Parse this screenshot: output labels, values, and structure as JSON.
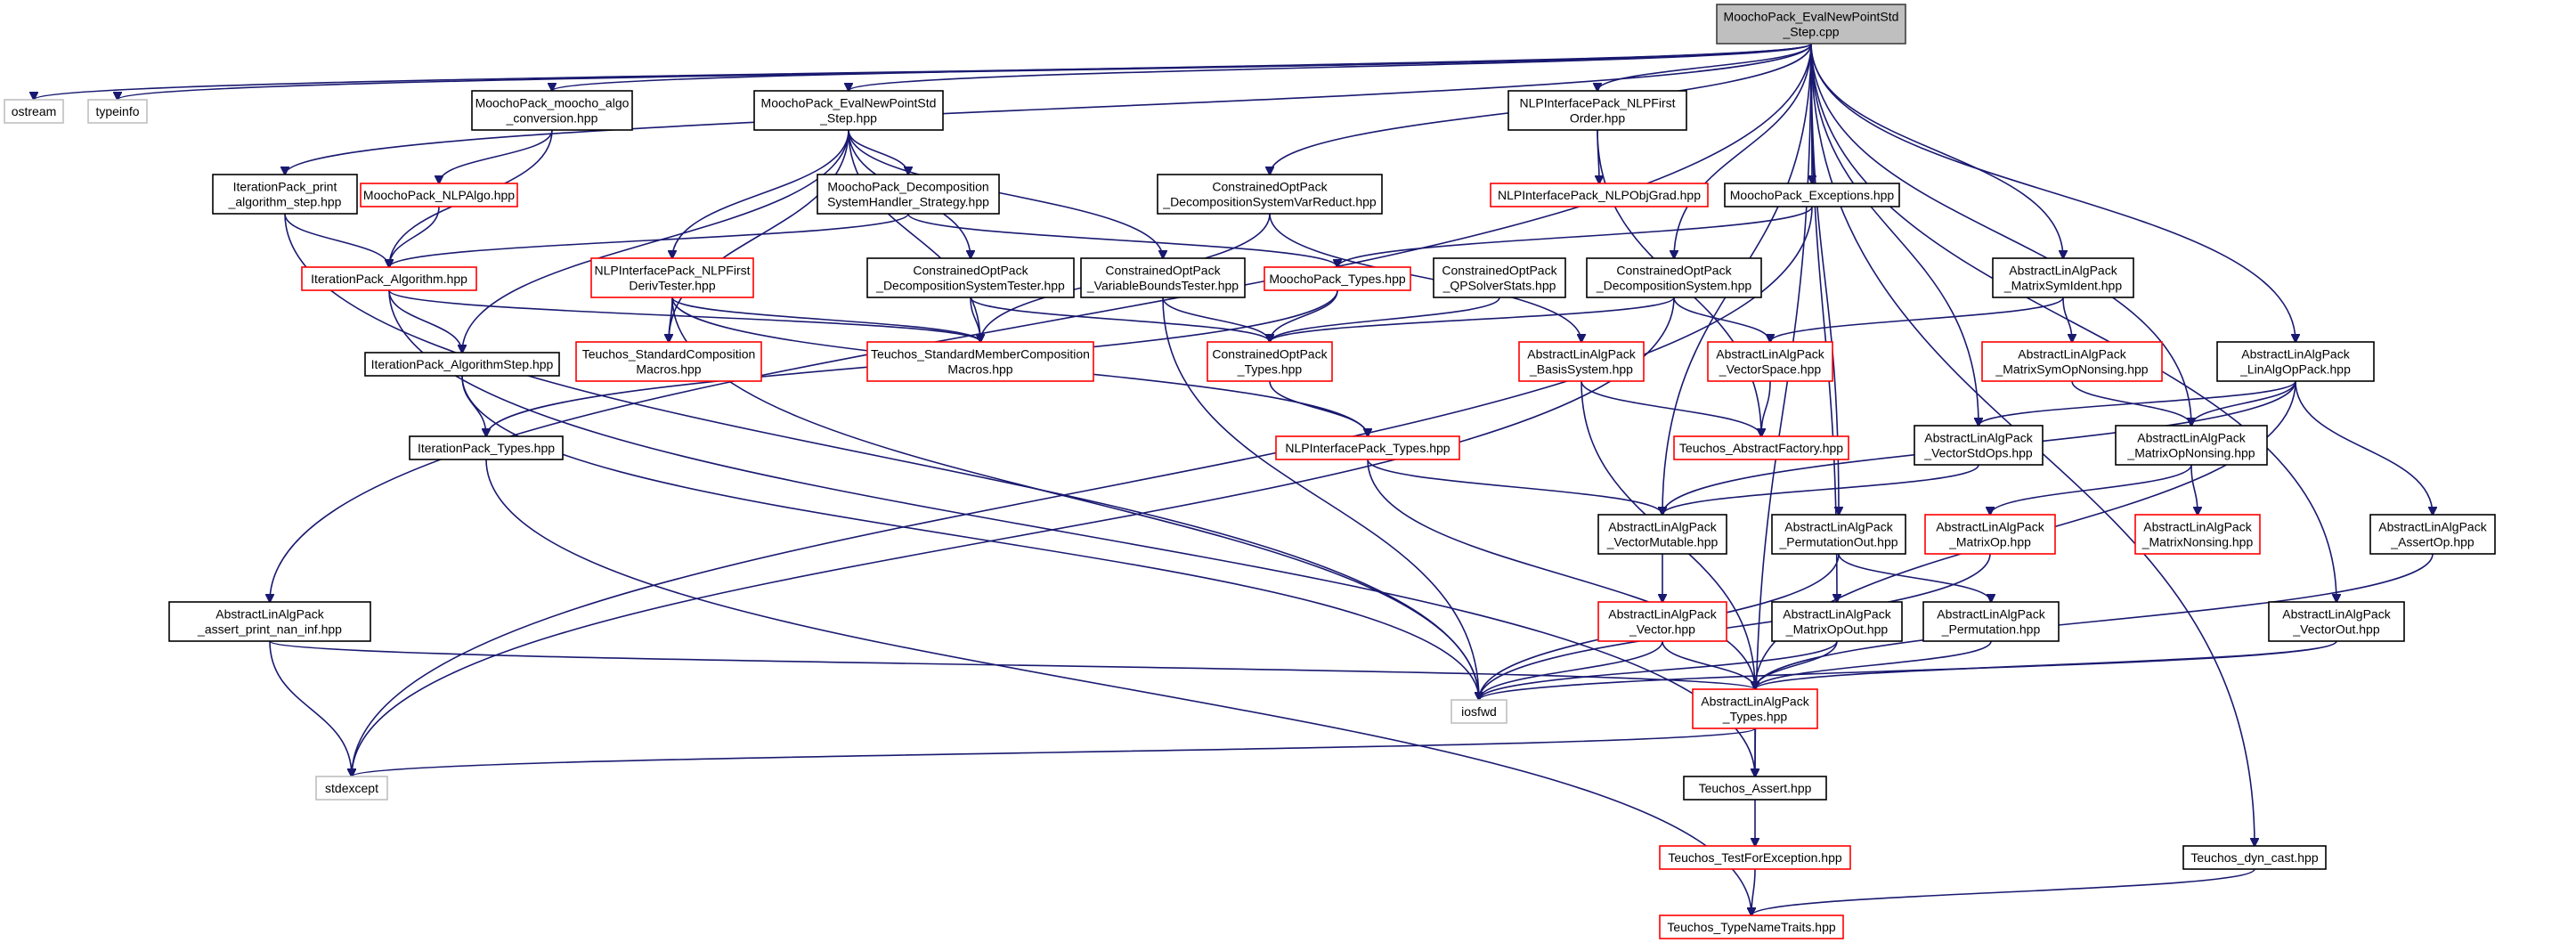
{
  "diagram": {
    "nodes": [
      {
        "id": "root",
        "lines": [
          "MoochoPack_EvalNewPointStd",
          "_Step.cpp"
        ],
        "style": "root"
      },
      {
        "id": "ostream",
        "lines": [
          "ostream"
        ],
        "style": "gray"
      },
      {
        "id": "typeinfo",
        "lines": [
          "typeinfo"
        ],
        "style": "gray"
      },
      {
        "id": "moocho_algo",
        "lines": [
          "MoochoPack_moocho_algo",
          "_conversion.hpp"
        ],
        "style": "black"
      },
      {
        "id": "eval_hpp",
        "lines": [
          "MoochoPack_EvalNewPointStd",
          "_Step.hpp"
        ],
        "style": "black"
      },
      {
        "id": "nlpfirst_order",
        "lines": [
          "NLPInterfacePack_NLPFirst",
          "Order.hpp"
        ],
        "style": "black"
      },
      {
        "id": "iter_print",
        "lines": [
          "IterationPack_print",
          "_algorithm_step.hpp"
        ],
        "style": "black"
      },
      {
        "id": "nlpalgo",
        "lines": [
          "MoochoPack_NLPAlgo.hpp"
        ],
        "style": "red"
      },
      {
        "id": "decomp_handler",
        "lines": [
          "MoochoPack_Decomposition",
          "SystemHandler_Strategy.hpp"
        ],
        "style": "black"
      },
      {
        "id": "cop_varreduct",
        "lines": [
          "ConstrainedOptPack",
          "_DecompositionSystemVarReduct.hpp"
        ],
        "style": "black"
      },
      {
        "id": "nlpobjgrad",
        "lines": [
          "NLPInterfacePack_NLPObjGrad.hpp"
        ],
        "style": "red"
      },
      {
        "id": "moocho_exceptions",
        "lines": [
          "MoochoPack_Exceptions.hpp"
        ],
        "style": "black"
      },
      {
        "id": "iter_algorithm",
        "lines": [
          "IterationPack_Algorithm.hpp"
        ],
        "style": "red"
      },
      {
        "id": "nlpfirstderiv",
        "lines": [
          "NLPInterfacePack_NLPFirst",
          "DerivTester.hpp"
        ],
        "style": "red"
      },
      {
        "id": "cop_decomptester",
        "lines": [
          "ConstrainedOptPack",
          "_DecompositionSystemTester.hpp"
        ],
        "style": "black"
      },
      {
        "id": "cop_varbounds",
        "lines": [
          "ConstrainedOptPack",
          "_VariableBoundsTester.hpp"
        ],
        "style": "black"
      },
      {
        "id": "moocho_types",
        "lines": [
          "MoochoPack_Types.hpp"
        ],
        "style": "red"
      },
      {
        "id": "cop_qpsolverstats",
        "lines": [
          "ConstrainedOptPack",
          "_QPSolverStats.hpp"
        ],
        "style": "black"
      },
      {
        "id": "cop_decompsys",
        "lines": [
          "ConstrainedOptPack",
          "_DecompositionSystem.hpp"
        ],
        "style": "black"
      },
      {
        "id": "ala_matrixsymident",
        "lines": [
          "AbstractLinAlgPack",
          "_MatrixSymIdent.hpp"
        ],
        "style": "black"
      },
      {
        "id": "alop_linalgop",
        "lines": [
          "AbstractLinAlgPack",
          "_LinAlgOpPack.hpp"
        ],
        "style": "black"
      },
      {
        "id": "iter_algstep",
        "lines": [
          "IterationPack_AlgorithmStep.hpp"
        ],
        "style": "black"
      },
      {
        "id": "teuchos_stdcomp",
        "lines": [
          "Teuchos_StandardComposition",
          "Macros.hpp"
        ],
        "style": "red"
      },
      {
        "id": "teuchos_stdmember",
        "lines": [
          "Teuchos_StandardMemberComposition",
          "Macros.hpp"
        ],
        "style": "red"
      },
      {
        "id": "cop_types",
        "lines": [
          "ConstrainedOptPack",
          "_Types.hpp"
        ],
        "style": "red"
      },
      {
        "id": "ala_basissystem",
        "lines": [
          "AbstractLinAlgPack",
          "_BasisSystem.hpp"
        ],
        "style": "red"
      },
      {
        "id": "ala_vectorspace",
        "lines": [
          "AbstractLinAlgPack",
          "_VectorSpace.hpp"
        ],
        "style": "red"
      },
      {
        "id": "ala_matsymopnonsing",
        "lines": [
          "AbstractLinAlgPack",
          "_MatrixSymOpNonsing.hpp"
        ],
        "style": "red"
      },
      {
        "id": "iter_types",
        "lines": [
          "IterationPack_Types.hpp"
        ],
        "style": "black"
      },
      {
        "id": "nlpi_types",
        "lines": [
          "NLPInterfacePack_Types.hpp"
        ],
        "style": "red"
      },
      {
        "id": "teuchos_abstractfactory",
        "lines": [
          "Teuchos_AbstractFactory.hpp"
        ],
        "style": "red"
      },
      {
        "id": "ala_vectorstdops",
        "lines": [
          "AbstractLinAlgPack",
          "_VectorStdOps.hpp"
        ],
        "style": "black"
      },
      {
        "id": "ala_matrixopnonsing",
        "lines": [
          "AbstractLinAlgPack",
          "_MatrixOpNonsing.hpp"
        ],
        "style": "black"
      },
      {
        "id": "ala_vectormutable",
        "lines": [
          "AbstractLinAlgPack",
          "_VectorMutable.hpp"
        ],
        "style": "black"
      },
      {
        "id": "ala_permutationout",
        "lines": [
          "AbstractLinAlgPack",
          "_PermutationOut.hpp"
        ],
        "style": "black"
      },
      {
        "id": "ala_matrixop",
        "lines": [
          "AbstractLinAlgPack",
          "_MatrixOp.hpp"
        ],
        "style": "red"
      },
      {
        "id": "ala_matrixnonsing",
        "lines": [
          "AbstractLinAlgPack",
          "_MatrixNonsing.hpp"
        ],
        "style": "red"
      },
      {
        "id": "ala_assertop",
        "lines": [
          "AbstractLinAlgPack",
          "_AssertOp.hpp"
        ],
        "style": "black"
      },
      {
        "id": "ala_assertprint",
        "lines": [
          "AbstractLinAlgPack",
          "_assert_print_nan_inf.hpp"
        ],
        "style": "black"
      },
      {
        "id": "ala_vector",
        "lines": [
          "AbstractLinAlgPack",
          "_Vector.hpp"
        ],
        "style": "red"
      },
      {
        "id": "ala_matrixopout",
        "lines": [
          "AbstractLinAlgPack",
          "_MatrixOpOut.hpp"
        ],
        "style": "black"
      },
      {
        "id": "ala_permutation",
        "lines": [
          "AbstractLinAlgPack",
          "_Permutation.hpp"
        ],
        "style": "black"
      },
      {
        "id": "ala_vectorout",
        "lines": [
          "AbstractLinAlgPack",
          "_VectorOut.hpp"
        ],
        "style": "black"
      },
      {
        "id": "iosfwd",
        "lines": [
          "iosfwd"
        ],
        "style": "gray"
      },
      {
        "id": "ala_types",
        "lines": [
          "AbstractLinAlgPack",
          "_Types.hpp"
        ],
        "style": "red"
      },
      {
        "id": "stdexcept",
        "lines": [
          "stdexcept"
        ],
        "style": "gray"
      },
      {
        "id": "teuchos_assert",
        "lines": [
          "Teuchos_Assert.hpp"
        ],
        "style": "black"
      },
      {
        "id": "teuchos_testforexception",
        "lines": [
          "Teuchos_TestForException.hpp"
        ],
        "style": "red"
      },
      {
        "id": "teuchos_dyncast",
        "lines": [
          "Teuchos_dyn_cast.hpp"
        ],
        "style": "black"
      },
      {
        "id": "teuchos_typenametraits",
        "lines": [
          "Teuchos_TypeNameTraits.hpp"
        ],
        "style": "red"
      }
    ],
    "edges": [
      [
        "root",
        "ostream"
      ],
      [
        "root",
        "typeinfo"
      ],
      [
        "root",
        "moocho_algo"
      ],
      [
        "root",
        "eval_hpp"
      ],
      [
        "root",
        "nlpfirst_order"
      ],
      [
        "root",
        "iter_print"
      ],
      [
        "root",
        "cop_varreduct"
      ],
      [
        "root",
        "moocho_exceptions"
      ],
      [
        "root",
        "ala_matrixsymident"
      ],
      [
        "root",
        "alop_linalgop"
      ],
      [
        "root",
        "ala_assertprint"
      ],
      [
        "root",
        "ala_vectorstdops"
      ],
      [
        "root",
        "ala_matrixopnonsing"
      ],
      [
        "root",
        "ala_vectormutable"
      ],
      [
        "root",
        "ala_permutationout"
      ],
      [
        "root",
        "ala_matrixopout"
      ],
      [
        "root",
        "ala_vectorout"
      ],
      [
        "root",
        "teuchos_assert"
      ],
      [
        "root",
        "teuchos_dyncast"
      ],
      [
        "root",
        "cop_decompsys"
      ],
      [
        "moocho_algo",
        "nlpalgo"
      ],
      [
        "moocho_algo",
        "iter_algorithm"
      ],
      [
        "eval_hpp",
        "decomp_handler"
      ],
      [
        "eval_hpp",
        "nlpfirstderiv"
      ],
      [
        "eval_hpp",
        "cop_decomptester"
      ],
      [
        "eval_hpp",
        "cop_varbounds"
      ],
      [
        "eval_hpp",
        "iter_algstep"
      ],
      [
        "eval_hpp",
        "teuchos_stdcomp"
      ],
      [
        "eval_hpp",
        "teuchos_stdmember"
      ],
      [
        "nlpfirst_order",
        "nlpobjgrad"
      ],
      [
        "nlpfirst_order",
        "teuchos_abstractfactory"
      ],
      [
        "iter_print",
        "iter_algorithm"
      ],
      [
        "iter_print",
        "iosfwd"
      ],
      [
        "nlpalgo",
        "iter_algorithm"
      ],
      [
        "decomp_handler",
        "iter_algorithm"
      ],
      [
        "decomp_handler",
        "moocho_types"
      ],
      [
        "cop_varreduct",
        "teuchos_stdmember"
      ],
      [
        "cop_varreduct",
        "ala_basissystem"
      ],
      [
        "moocho_exceptions",
        "moocho_types"
      ],
      [
        "moocho_exceptions",
        "stdexcept"
      ],
      [
        "iter_algorithm",
        "iter_algstep"
      ],
      [
        "iter_algorithm",
        "teuchos_stdmember"
      ],
      [
        "iter_algorithm",
        "teuchos_assert"
      ],
      [
        "nlpfirstderiv",
        "teuchos_stdcomp"
      ],
      [
        "nlpfirstderiv",
        "teuchos_stdmember"
      ],
      [
        "nlpfirstderiv",
        "nlpi_types"
      ],
      [
        "nlpfirstderiv",
        "iosfwd"
      ],
      [
        "cop_decomptester",
        "teuchos_stdmember"
      ],
      [
        "cop_decomptester",
        "cop_types"
      ],
      [
        "cop_varbounds",
        "cop_types"
      ],
      [
        "cop_varbounds",
        "iosfwd"
      ],
      [
        "moocho_types",
        "cop_types"
      ],
      [
        "moocho_types",
        "iter_types"
      ],
      [
        "cop_qpsolverstats",
        "cop_types"
      ],
      [
        "cop_decompsys",
        "cop_types"
      ],
      [
        "cop_decompsys",
        "ala_vectorspace"
      ],
      [
        "cop_decompsys",
        "stdexcept"
      ],
      [
        "ala_matrixsymident",
        "ala_vectorspace"
      ],
      [
        "ala_matrixsymident",
        "ala_matsymopnonsing"
      ],
      [
        "alop_linalgop",
        "ala_vectorstdops"
      ],
      [
        "alop_linalgop",
        "ala_matrixopnonsing"
      ],
      [
        "alop_linalgop",
        "ala_assertop"
      ],
      [
        "alop_linalgop",
        "ala_vectormutable"
      ],
      [
        "alop_linalgop",
        "ala_types"
      ],
      [
        "iter_algstep",
        "iter_types"
      ],
      [
        "iter_algstep",
        "iosfwd"
      ],
      [
        "cop_types",
        "nlpi_types"
      ],
      [
        "ala_basissystem",
        "teuchos_abstractfactory"
      ],
      [
        "ala_basissystem",
        "ala_types"
      ],
      [
        "ala_vectorspace",
        "teuchos_abstractfactory"
      ],
      [
        "ala_matsymopnonsing",
        "ala_matrixopnonsing"
      ],
      [
        "iter_types",
        "teuchos_typenametraits"
      ],
      [
        "nlpi_types",
        "ala_vectormutable"
      ],
      [
        "nlpi_types",
        "ala_types"
      ],
      [
        "ala_vectorstdops",
        "ala_vectormutable"
      ],
      [
        "ala_matrixopnonsing",
        "ala_matrixop"
      ],
      [
        "ala_matrixopnonsing",
        "ala_matrixnonsing"
      ],
      [
        "ala_vectormutable",
        "ala_vector"
      ],
      [
        "ala_permutationout",
        "ala_permutation"
      ],
      [
        "ala_permutationout",
        "iosfwd"
      ],
      [
        "ala_matrixop",
        "iosfwd"
      ],
      [
        "ala_assertop",
        "ala_types"
      ],
      [
        "ala_assertprint",
        "stdexcept"
      ],
      [
        "ala_assertprint",
        "ala_types"
      ],
      [
        "ala_vector",
        "iosfwd"
      ],
      [
        "ala_vector",
        "ala_types"
      ],
      [
        "ala_matrixopout",
        "iosfwd"
      ],
      [
        "ala_matrixopout",
        "ala_types"
      ],
      [
        "ala_permutation",
        "ala_types"
      ],
      [
        "ala_vectorout",
        "iosfwd"
      ],
      [
        "ala_vectorout",
        "ala_types"
      ],
      [
        "ala_types",
        "stdexcept"
      ],
      [
        "ala_types",
        "teuchos_assert"
      ],
      [
        "teuchos_assert",
        "teuchos_testforexception"
      ],
      [
        "teuchos_testforexception",
        "teuchos_typenametraits"
      ],
      [
        "teuchos_dyncast",
        "teuchos_typenametraits"
      ]
    ]
  }
}
